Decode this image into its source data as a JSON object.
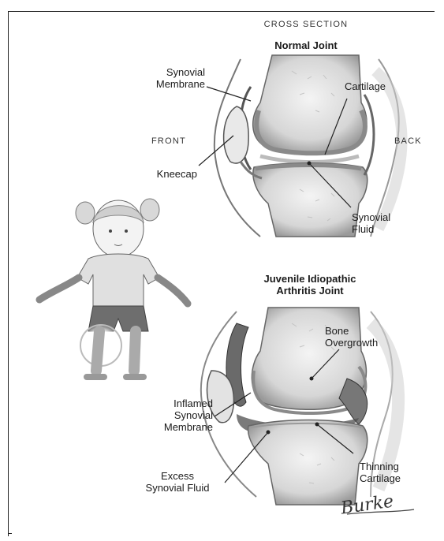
{
  "header": {
    "cross_section": "CROSS SECTION",
    "normal_title": "Normal Joint",
    "front": "FRONT",
    "back": "BACK"
  },
  "normal_labels": {
    "synovial_membrane": "Synovial\nMembrane",
    "cartilage": "Cartilage",
    "kneecap": "Kneecap",
    "synovial_fluid": "Synovial\nFluid"
  },
  "jia": {
    "title": "Juvenile Idiopathic\nArthritis Joint",
    "bone_overgrowth": "Bone\nOvergrowth",
    "inflamed_membrane": "Inflamed\nSynovial\nMembrane",
    "excess_fluid": "Excess\nSynovial Fluid",
    "thinning_cartilage": "Thinning\nCartilage"
  },
  "signature": "Burke"
}
